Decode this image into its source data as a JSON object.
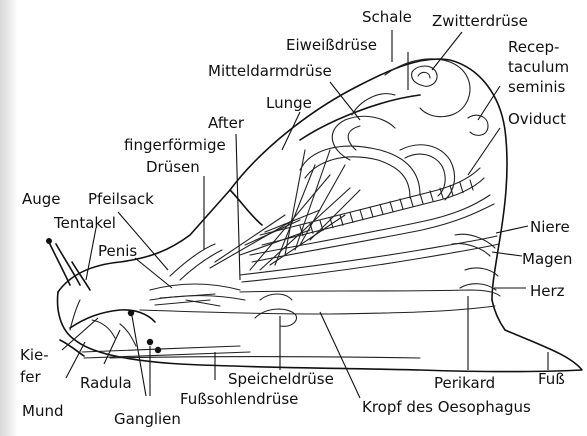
{
  "diagram": {
    "labels": {
      "schale": "Schale",
      "zwitterdruese": "Zwitterdrüse",
      "eiweissdruese": "Eiweißdrüse",
      "receptaculum": [
        "Recep-",
        "taculum",
        "seminis"
      ],
      "mitteldarmdruese": "Mitteldarmdrüse",
      "oviduct": "Oviduct",
      "lunge": "Lunge",
      "after": "After",
      "fingerfoermige": [
        "fingerförmige",
        "Drüsen"
      ],
      "auge": "Auge",
      "pfeilsack": "Pfeilsack",
      "tentakel": "Tentakel",
      "penis": "Penis",
      "niere": "Niere",
      "magen": "Magen",
      "herz": "Herz",
      "kiefer": [
        "Kie-",
        "fer"
      ],
      "radula": "Radula",
      "mund": "Mund",
      "ganglien": "Ganglien",
      "fusssohlendruese": "Fußsohlendrüse",
      "speicheldruese": "Speicheldrüse",
      "perikard": "Perikard",
      "fuss": "Fuß",
      "kropf": "Kropf des Oesophagus"
    }
  }
}
